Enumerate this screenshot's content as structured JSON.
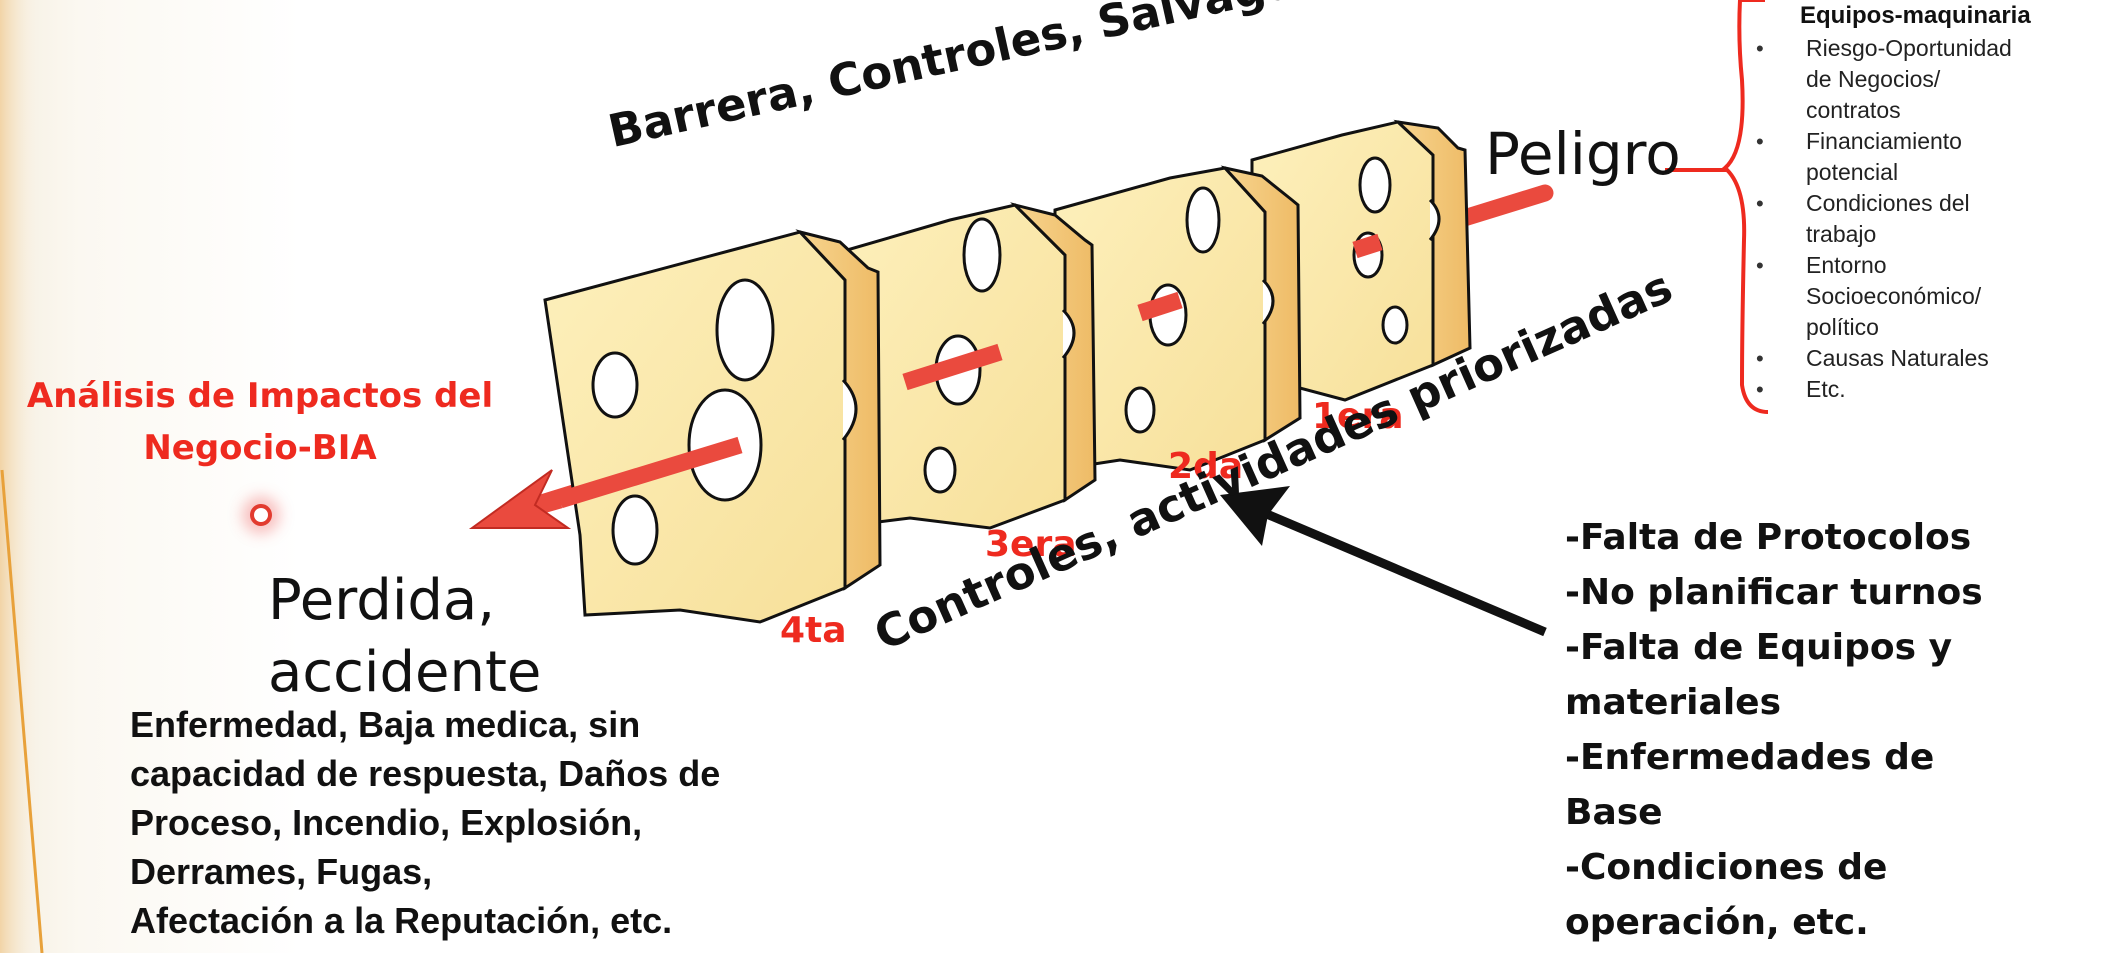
{
  "diagram": {
    "title": "Barrera, Controles, Salvaguardas",
    "hazard_label": "Peligro",
    "impact_analysis": [
      "Análisis de Impactos del",
      "Negocio-BIA"
    ],
    "loss_label": [
      "Perdida,",
      "accidente"
    ],
    "losses_text": "Enfermedad, Baja medica, sin\ncapacidad de respuesta, Daños de\nProceso, Incendio, Explosión,\nDerrames, Fugas,\nAfectación a la Reputación, etc.",
    "controls_label": "Controles, actividades priorizadas",
    "causes_text": "-Falta de Protocolos\n-No planificar turnos\n-Falta de Equipos y\nmateriales\n-Enfermedades de\nBase\n-Condiciones de\noperación, etc.",
    "barrier_labels": [
      "1era",
      "2da",
      "3era",
      "4ta"
    ],
    "risk_sources": {
      "title": "Equipos-maquinaria",
      "items": [
        "Riesgo-Oportunidad\nde Negocios/\ncontratos",
        "Financiamiento\npotencial",
        "Condiciones del\ntrabajo",
        "Entorno\nSocioeconómico/\npolítico",
        "Causas Naturales",
        "Etc."
      ]
    },
    "colors": {
      "accent_red": "#ee2a1f",
      "cheese_face": "#fbe9a8",
      "cheese_side": "#f2c979",
      "arrow_red": "#ea4a3e"
    }
  }
}
